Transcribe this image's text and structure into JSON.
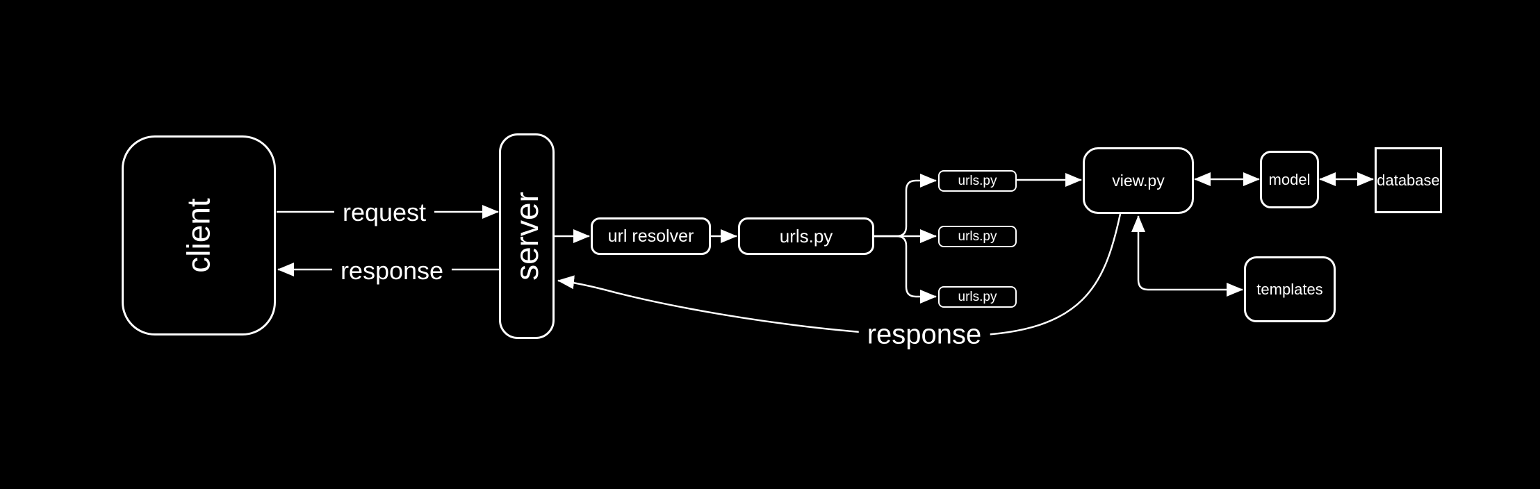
{
  "diagram": {
    "type": "flow-diagram",
    "colors": {
      "background": "#000000",
      "stroke": "#ffffff",
      "text": "#ffffff"
    },
    "nodes": {
      "client": {
        "label": "client"
      },
      "server": {
        "label": "server"
      },
      "url_resolver": {
        "label": "url resolver"
      },
      "urls_main": {
        "label": "urls.py"
      },
      "urls_app1": {
        "label": "urls.py"
      },
      "urls_app2": {
        "label": "urls.py"
      },
      "urls_app3": {
        "label": "urls.py"
      },
      "view": {
        "label": "view.py"
      },
      "model": {
        "label": "model"
      },
      "database": {
        "label": "database"
      },
      "templates": {
        "label": "templates"
      }
    },
    "edge_labels": {
      "request": "request",
      "response": "response",
      "view_response": "response"
    }
  }
}
